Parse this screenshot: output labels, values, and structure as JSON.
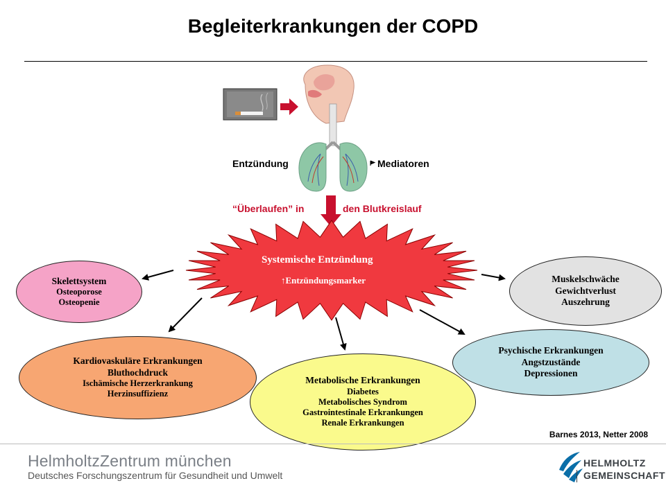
{
  "slide": {
    "title": "Begleiterkrankungen der COPD",
    "label_entzuendung": "Entzündung",
    "label_mediatoren": "Mediatoren",
    "label_ueberlaufen": "“Überlaufen” in",
    "label_blutkreislauf": "den Blutkreislauf",
    "burst_title": "Systemische Entzündung",
    "burst_sub": "↑Entzündungsmarker",
    "source": "Barnes 2013, Netter 2008"
  },
  "boxes": {
    "skelett": {
      "title": "Skelettsystem",
      "lines": [
        "Osteoporose",
        "Osteopenie"
      ]
    },
    "muskel": {
      "title": "Muskelschwäche",
      "lines": [
        "Gewichtverlust",
        "Auszehrung"
      ]
    },
    "kardio": {
      "title": "Kardiovaskuläre Erkrankungen",
      "lines": [
        "Bluthochdruck",
        "Ischämische Herzerkrankung",
        "Herzinsuffizienz"
      ]
    },
    "metabol": {
      "title": "Metabolische Erkrankungen",
      "lines": [
        "Diabetes",
        "Metabolisches Syndrom",
        "Gastrointestinale Erkrankungen",
        "Renale Erkrankungen"
      ]
    },
    "psych": {
      "title": "Psychische Erkrankungen",
      "lines": [
        "Angstzustände",
        "Depressionen"
      ]
    }
  },
  "footer": {
    "hz_name": "HelmholtzZentrum münchen",
    "hz_sub": "Deutsches Forschungszentrum für Gesundheit und Umwelt",
    "hg_line1": "HELMHOLTZ",
    "hg_line2": "GEMEINSCHAFT"
  },
  "colors": {
    "burst": "#f0393f",
    "skelett": "#f5a3c7",
    "muskel": "#e2e2e2",
    "kardio": "#f7a672",
    "metabol": "#fafa8c",
    "psych": "#bfe0e6",
    "arrow_red": "#c8102e",
    "helmholtz_blue": "#0a6ea8"
  },
  "icons": [
    "cigarette-image",
    "respiratory-anatomy-image",
    "helmholtz-gemeinschaft-logo"
  ]
}
